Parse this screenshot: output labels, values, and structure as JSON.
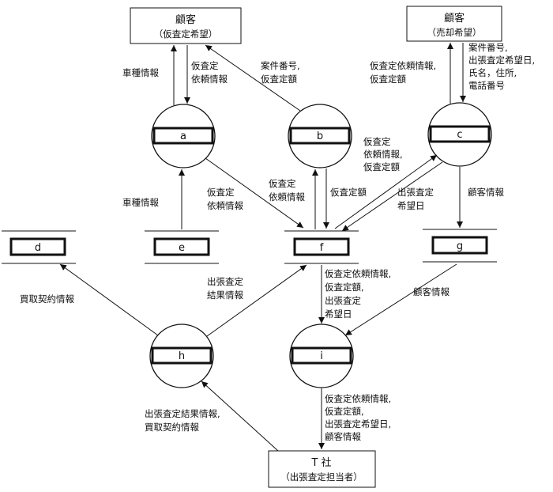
{
  "entities": {
    "customer_appraisal": {
      "title": "顧客",
      "subtitle": "（仮査定希望）"
    },
    "customer_sale": {
      "title": "顧客",
      "subtitle": "（売却希望）"
    },
    "company_t": {
      "title": "T 社",
      "subtitle": "（出張査定担当者）"
    }
  },
  "processes": {
    "a": "a",
    "b": "b",
    "c": "c",
    "h": "h",
    "i": "i"
  },
  "stores": {
    "d": "d",
    "e": "e",
    "f": "f",
    "g": "g"
  },
  "flows": {
    "car_info_top": "車種情報",
    "req_info_top": [
      "仮査定",
      "依頼情報"
    ],
    "case_no": [
      "案件番号,",
      "仮査定額"
    ],
    "c_left": [
      "仮査定依頼情報,",
      "仮査定額"
    ],
    "c_right": [
      "案件番号,",
      "出張査定希望日,",
      "氏名，住所,",
      "電話番号"
    ],
    "f_to_c": [
      "仮査定",
      "依頼情報,",
      "仮査定額"
    ],
    "a_to_f": [
      "仮査定",
      "依頼情報"
    ],
    "b_to_f": [
      "仮査定",
      "依頼情報"
    ],
    "f_to_b": "仮査定額",
    "c_to_f": [
      "出張査定",
      "希望日"
    ],
    "c_to_g": "顧客情報",
    "e_to_a": "車種情報",
    "h_to_d": "買取契約情報",
    "h_to_f": [
      "出張査定",
      "結果情報"
    ],
    "f_to_i": [
      "仮査定依頼情報,",
      "仮査定額,",
      "出張査定",
      "希望日"
    ],
    "g_to_i": "顧客情報",
    "t_to_h": [
      "出張査定結果情報,",
      "買取契約情報"
    ],
    "i_to_t": [
      "仮査定依頼情報,",
      "仮査定額,",
      "出張査定希望日,",
      "顧客情報"
    ]
  }
}
